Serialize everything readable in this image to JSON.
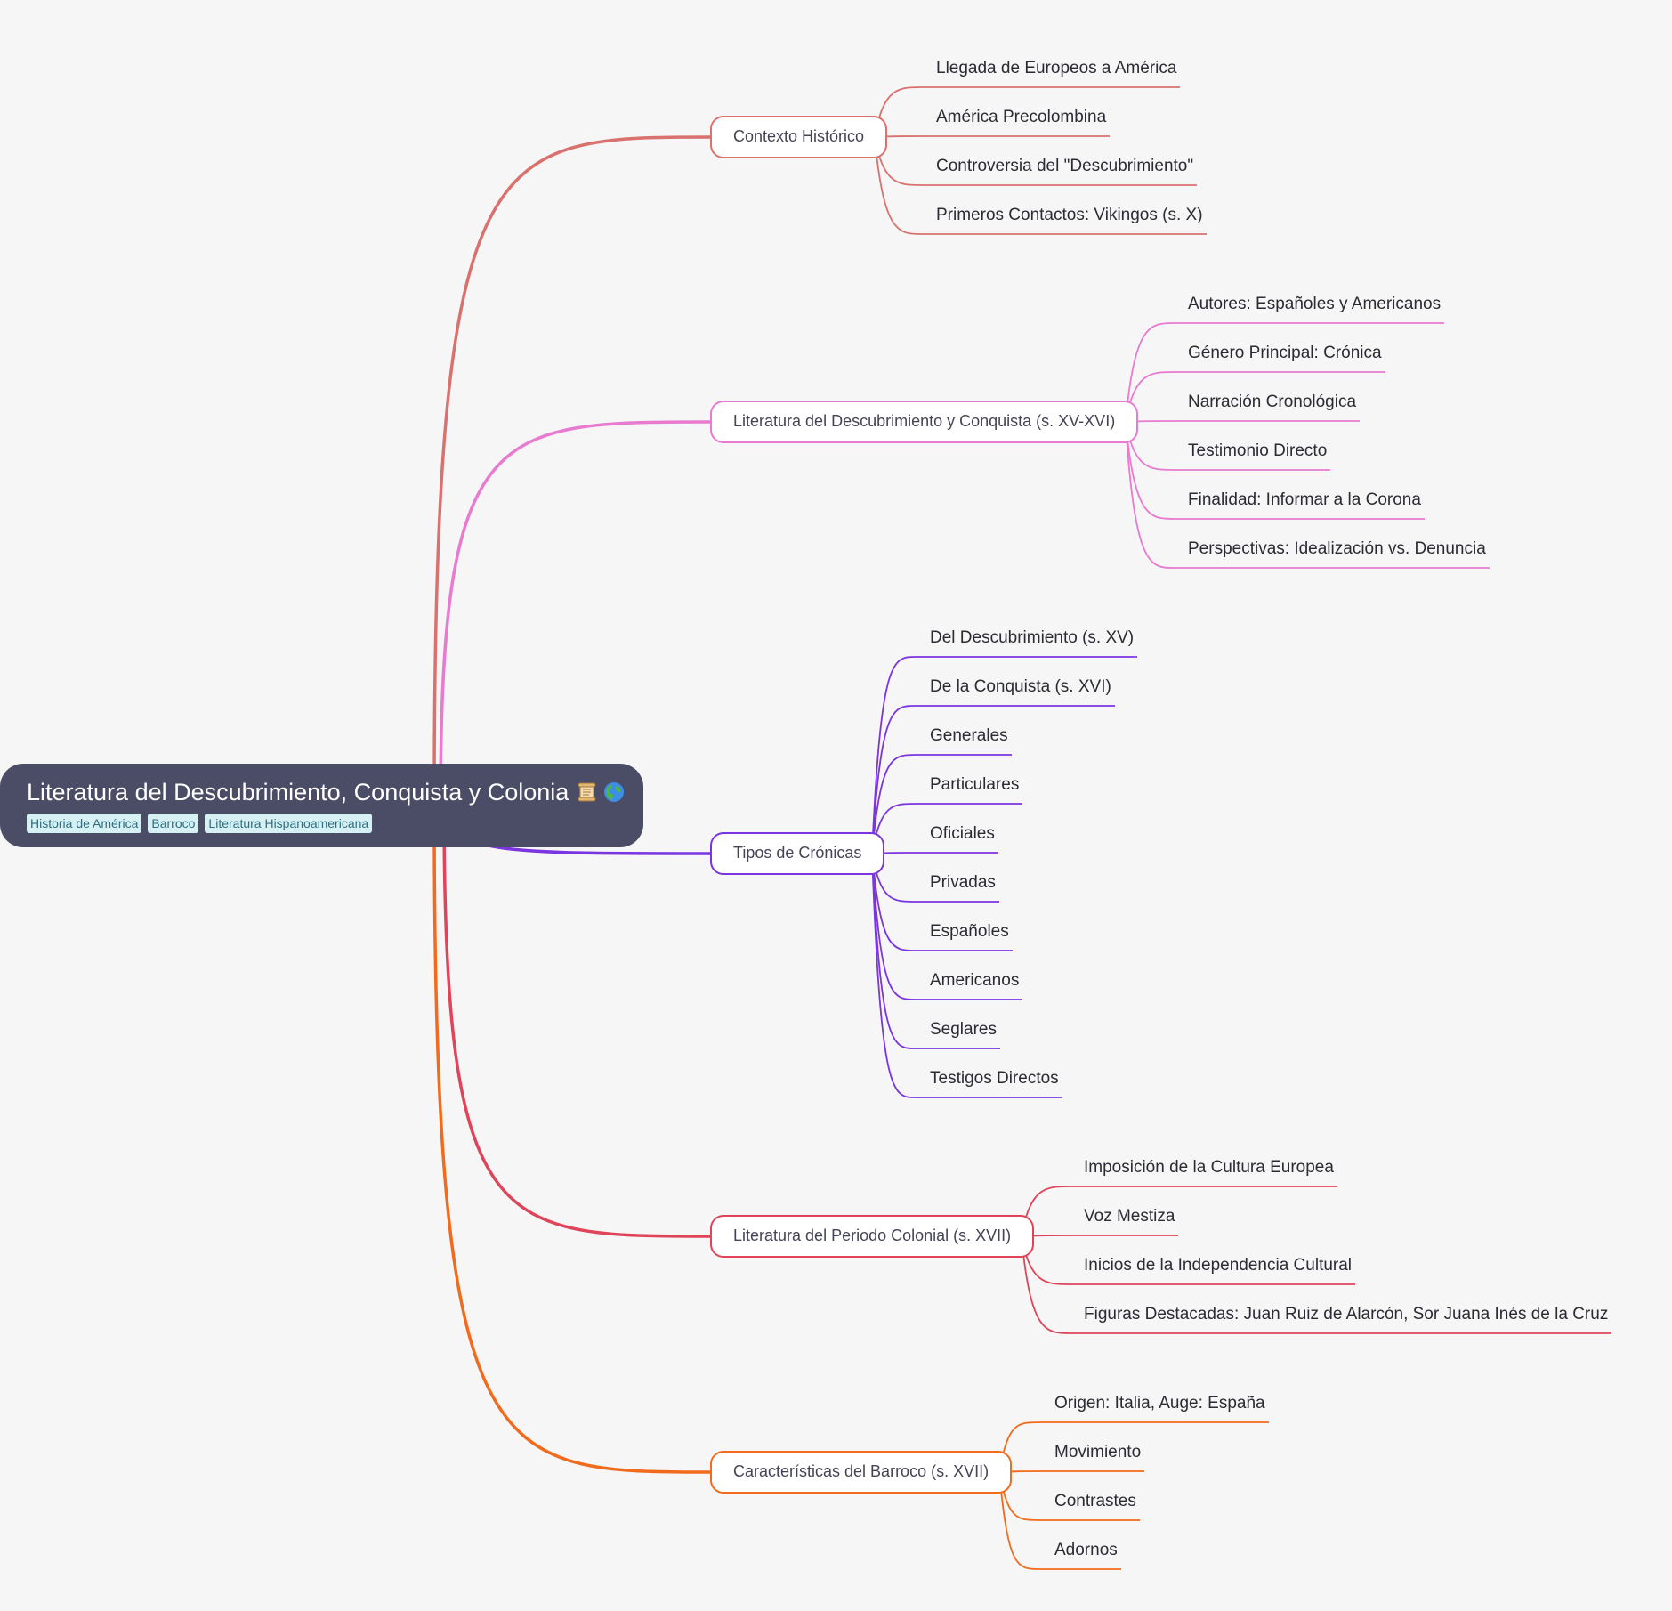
{
  "root": {
    "title": "Literatura del Descubrimiento, Conquista y Colonia",
    "icons": [
      "scroll-icon",
      "globe-icon"
    ],
    "tags": [
      "Historia de América",
      "Barroco",
      "Literatura Hispanoamericana"
    ]
  },
  "branches": [
    {
      "label": "Contexto Histórico",
      "color": "#d9716f",
      "leaves": [
        "Llegada de Europeos a América",
        "América Precolombina",
        "Controversia del \"Descubrimiento\"",
        "Primeros Contactos: Vikingos (s. X)"
      ]
    },
    {
      "label": "Literatura del Descubrimiento y Conquista (s. XV-XVI)",
      "color": "#e87ad0",
      "leaves": [
        "Autores: Españoles y Americanos",
        "Género Principal: Crónica",
        "Narración Cronológica",
        "Testimonio Directo",
        "Finalidad: Informar a la Corona",
        "Perspectivas: Idealización vs. Denuncia"
      ]
    },
    {
      "label": "Tipos de Crónicas",
      "color": "#7b35e0",
      "leaves": [
        "Del Descubrimiento (s. XV)",
        "De la Conquista (s. XVI)",
        "Generales",
        "Particulares",
        "Oficiales",
        "Privadas",
        "Españoles",
        "Americanos",
        "Seglares",
        "Testigos Directos"
      ]
    },
    {
      "label": "Literatura del Periodo Colonial (s. XVII)",
      "color": "#e0445a",
      "leaves": [
        "Imposición de la Cultura Europea",
        "Voz Mestiza",
        "Inicios de la Independencia Cultural",
        "Figuras Destacadas: Juan Ruiz de Alarcón, Sor Juana Inés de la Cruz"
      ]
    },
    {
      "label": "Características del Barroco (s. XVII)",
      "color": "#f26a1b",
      "leaves": [
        "Origen: Italia, Auge: España",
        "Movimiento",
        "Contrastes",
        "Adornos"
      ]
    }
  ]
}
